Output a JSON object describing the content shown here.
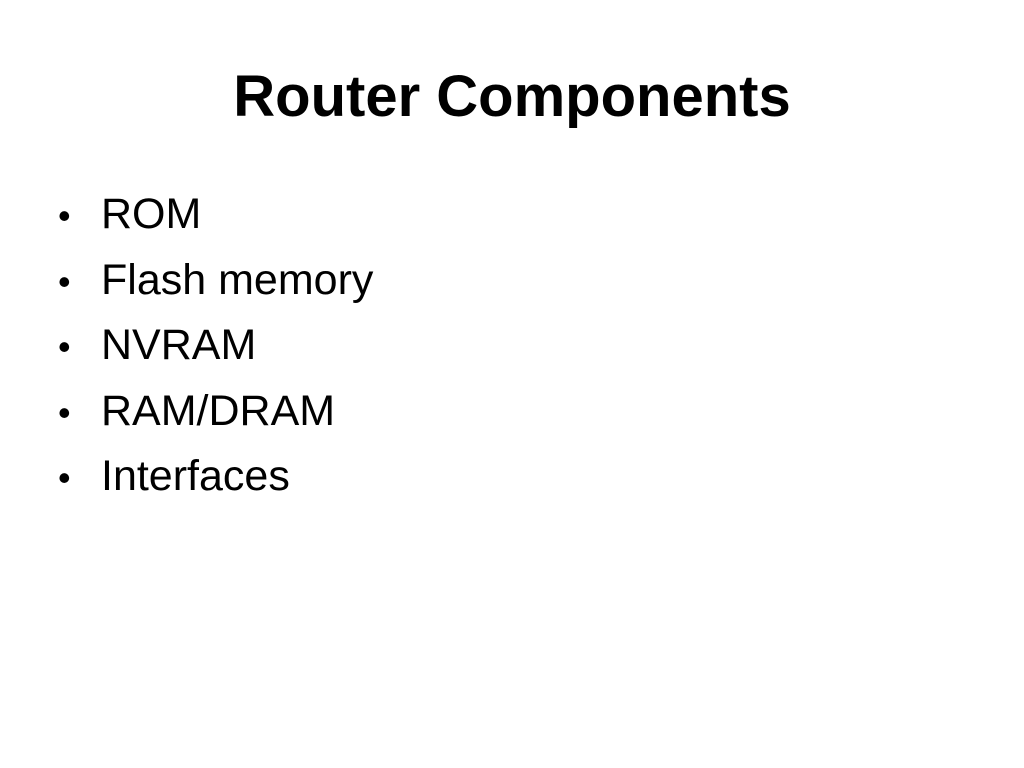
{
  "slide": {
    "title": "Router Components",
    "bullet_glyph": "•",
    "bullets": [
      {
        "text": "ROM"
      },
      {
        "text": "Flash memory"
      },
      {
        "text": "NVRAM"
      },
      {
        "text": "RAM/DRAM"
      },
      {
        "text": "Interfaces"
      }
    ]
  }
}
